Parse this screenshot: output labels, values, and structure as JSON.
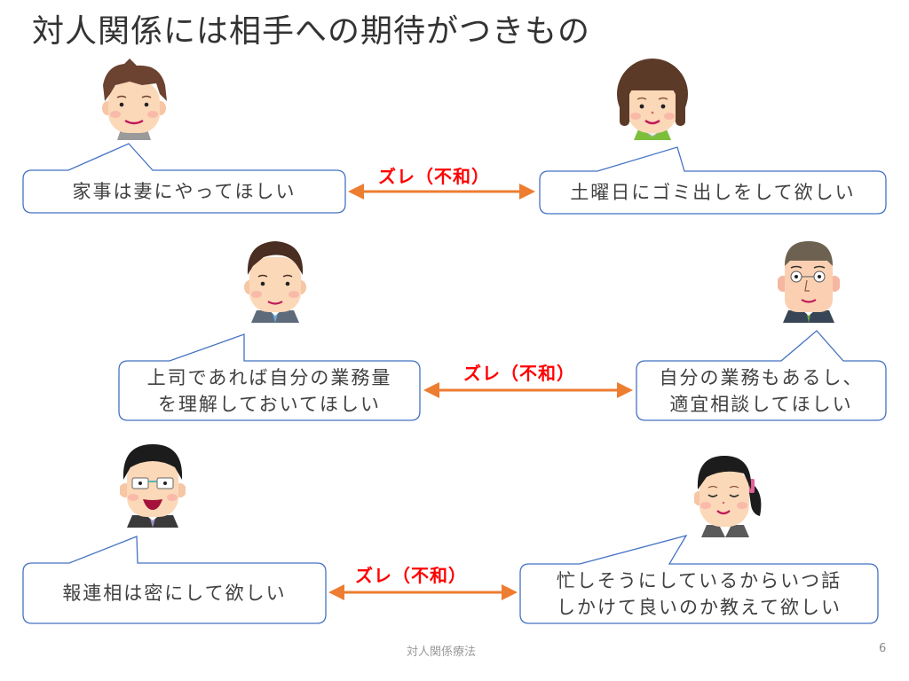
{
  "slide": {
    "title": "対人関係には相手への期待がつきもの",
    "footer_text": "対人関係療法",
    "page_number": "6"
  },
  "colors": {
    "bubble_border": "#4472c4",
    "arrow": "#ed7d31",
    "conflict_label": "#ff0000",
    "text": "#404040"
  },
  "pairs": [
    {
      "conflict_label": "ズレ（不和）",
      "left": {
        "person_icon": "young-man-icon",
        "speech": "家事は妻にやってほしい"
      },
      "right": {
        "person_icon": "woman-bob-hair-icon",
        "speech": "土曜日にゴミ出しをして欲しい"
      }
    },
    {
      "conflict_label": "ズレ（不和）",
      "left": {
        "person_icon": "businessman-icon",
        "speech": "上司であれば自分の業務量\nを理解しておいてほしい"
      },
      "right": {
        "person_icon": "senior-boss-icon",
        "speech": "自分の業務もあるし、\n適宜相談してほしい"
      }
    },
    {
      "conflict_label": "ズレ（不和）",
      "left": {
        "person_icon": "glasses-man-icon",
        "speech": "報連相は密にして欲しい"
      },
      "right": {
        "person_icon": "office-woman-icon",
        "speech": "忙しそうにしているからいつ話\nしかけて良いのか教えて欲しい"
      }
    }
  ]
}
